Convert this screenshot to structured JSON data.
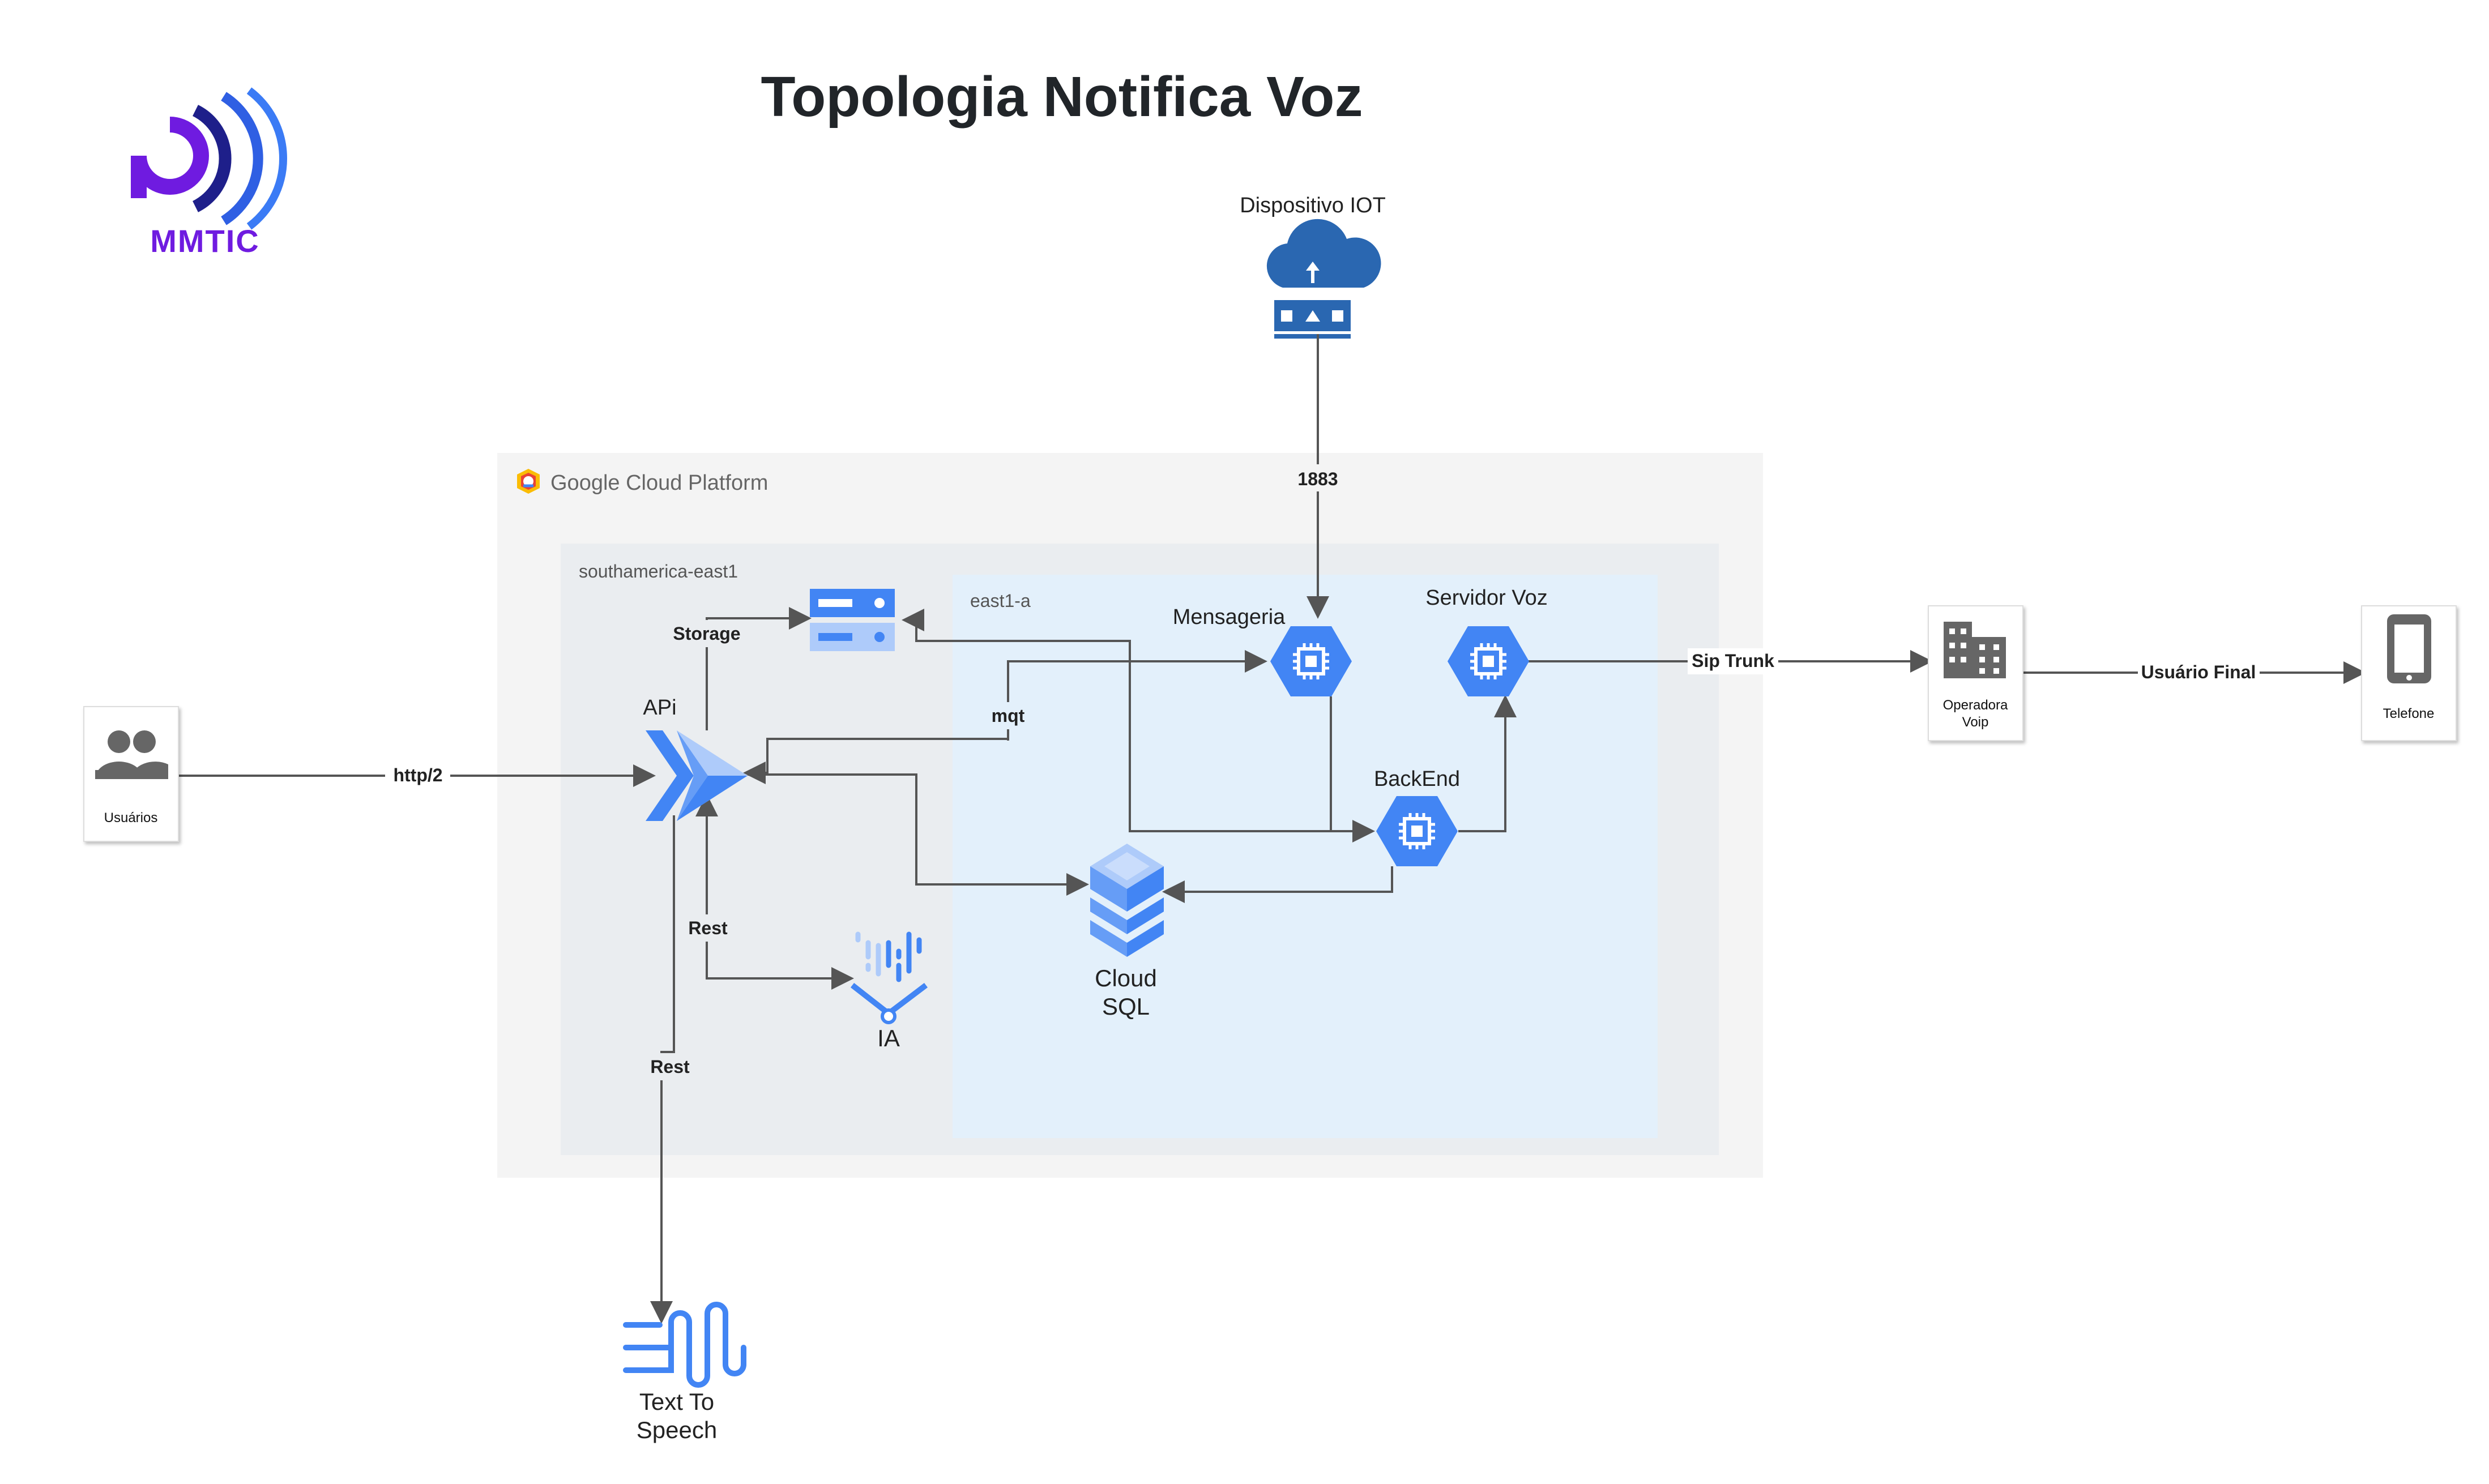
{
  "title": "Topologia Notifica Voz",
  "logo": {
    "text": "MMTIC",
    "icon": "mmtic-logo-icon",
    "color": "#6f1be0",
    "accent": "#3b7bf5"
  },
  "platform": {
    "label": "Google Cloud Platform",
    "icon": "gcp-logo-icon"
  },
  "regions": {
    "outer": "southamerica-east1",
    "zone": "east1-a"
  },
  "nodes": {
    "iot": "Dispositivo IOT",
    "api": "APi",
    "storage_icon": "storage-server-icon",
    "mensageria": "Mensageria",
    "servidor_voz": "Servidor Voz",
    "backend": "BackEnd",
    "cloud_sql_1": "Cloud",
    "cloud_sql_2": "SQL",
    "ia": "IA",
    "tts_1": "Text To",
    "tts_2": "Speech",
    "usuarios": "Usuários",
    "operadora_1": "Operadora",
    "operadora_2": "Voip",
    "telefone": "Telefone"
  },
  "edges": {
    "iot_port": "1883",
    "storage": "Storage",
    "mqt": "mqt",
    "http": "http/2",
    "rest_ia": "Rest",
    "rest_tts": "Rest",
    "sip": "Sip Trunk",
    "usuario_final": "Usuário Final"
  },
  "colors": {
    "gcp_bg": "#f4f4f4",
    "region_bg": "#eaedf0",
    "zone_bg": "#e3f0fb",
    "blue": "#4285f4",
    "edge": "#555555",
    "iot_blue": "#2a67b1"
  }
}
